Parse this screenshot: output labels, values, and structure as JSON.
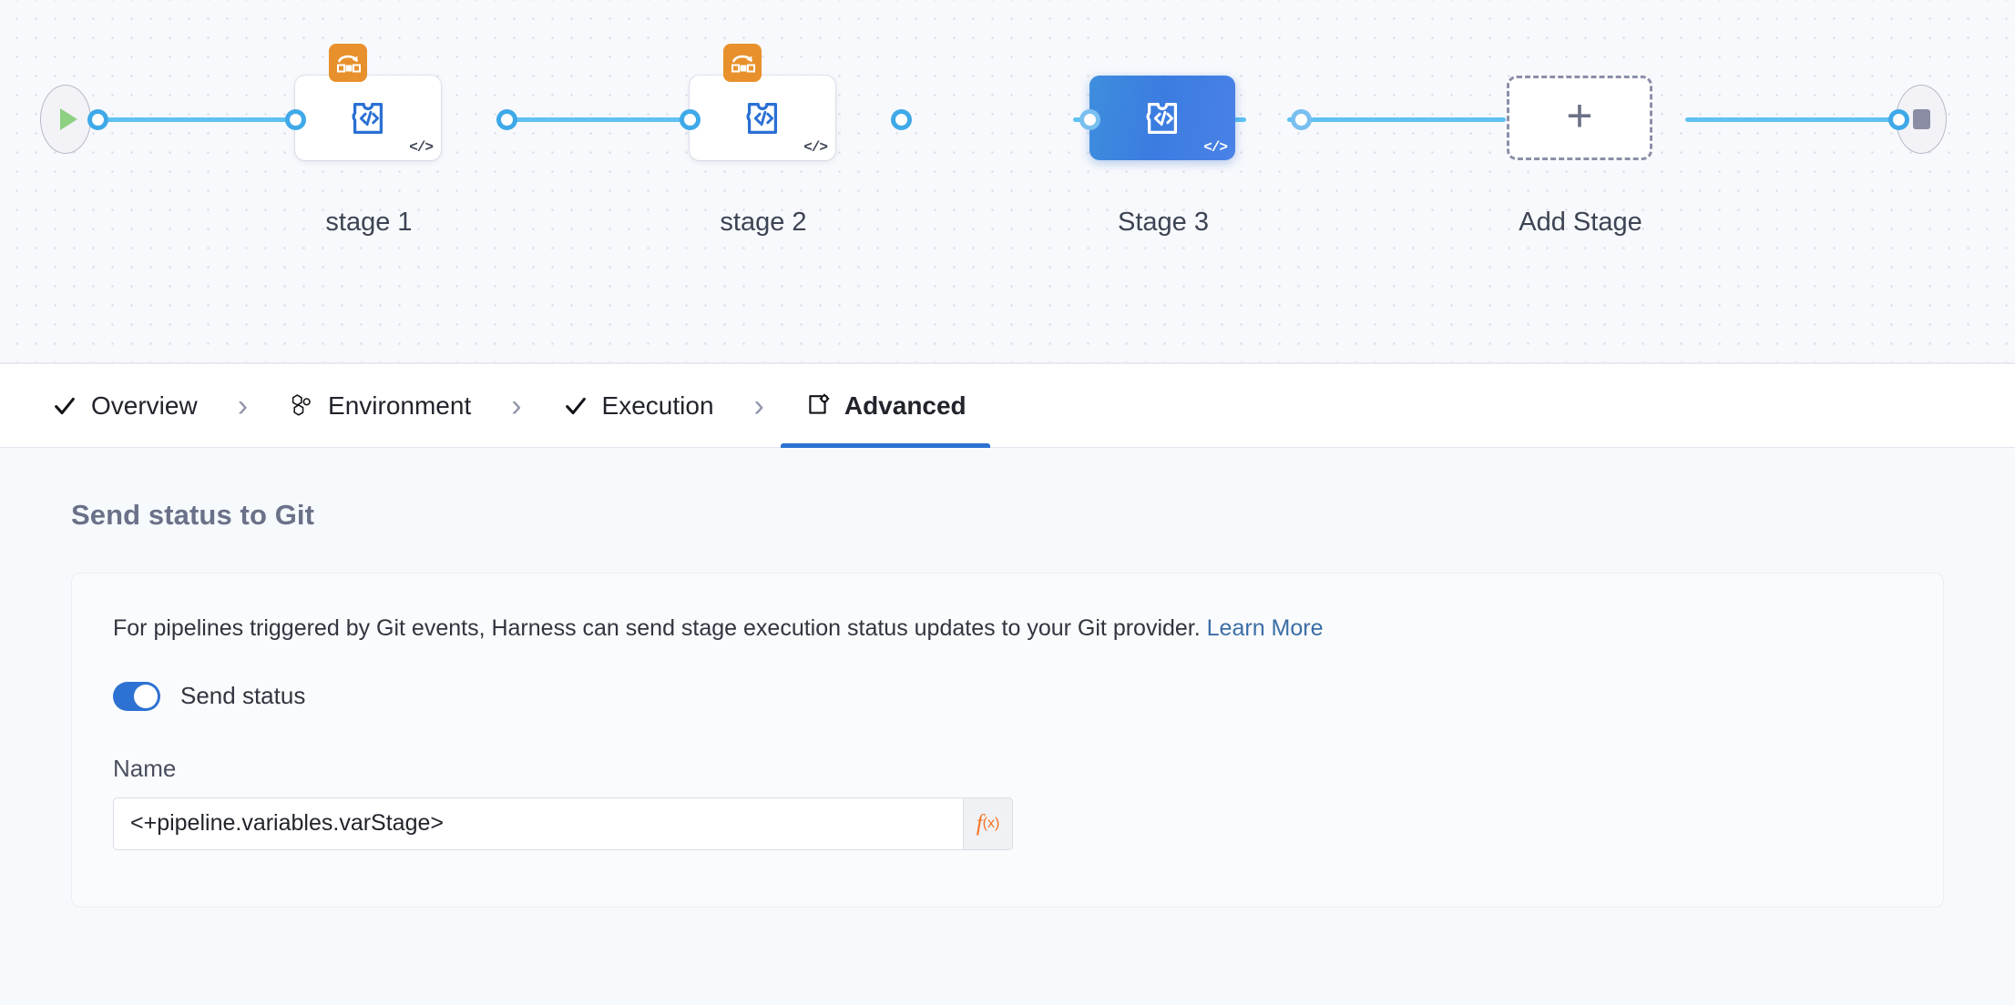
{
  "canvas": {
    "start_node": {
      "icon": "play-icon",
      "name": "pipeline-start"
    },
    "end_node": {
      "icon": "stop-icon",
      "name": "pipeline-end"
    },
    "stages": [
      {
        "label": "stage 1",
        "icon": "ci-stage-icon",
        "badge": "looping-strategy-icon",
        "selected": false,
        "has_badge": true
      },
      {
        "label": "stage 2",
        "icon": "ci-stage-icon",
        "badge": "looping-strategy-icon",
        "selected": false,
        "has_badge": true
      },
      {
        "label": "Stage 3",
        "icon": "ci-stage-icon",
        "badge": "",
        "selected": true,
        "has_badge": false
      }
    ],
    "add_stage": {
      "label": "Add Stage",
      "icon": "plus-icon"
    },
    "code_marker": "</>",
    "colors": {
      "connector": "#5ec1f2",
      "selected_stage": "#3b7ce0",
      "badge": "#e8912c"
    }
  },
  "tabs": [
    {
      "label": "Overview",
      "icon": "check-icon",
      "active": false
    },
    {
      "label": "Environment",
      "icon": "infrastructure-icon",
      "active": false
    },
    {
      "label": "Execution",
      "icon": "check-icon",
      "active": false
    },
    {
      "label": "Advanced",
      "icon": "advanced-gear-icon",
      "active": true
    }
  ],
  "tab_separator": "›",
  "main": {
    "section_title": "Send status to Git",
    "description_prefix": "For pipelines triggered by Git events, Harness can send stage execution status updates to your Git provider. ",
    "learn_more_label": "Learn More",
    "toggle": {
      "label": "Send status",
      "on": true
    },
    "name_field": {
      "label": "Name",
      "value": "<+pipeline.variables.varStage>",
      "placeholder": "",
      "expression_button": {
        "f": "f",
        "x": "(x)"
      }
    }
  },
  "colors": {
    "accent_blue": "#2d72d2",
    "link_blue": "#3a6ea5",
    "expression_orange": "#f4711f",
    "heading_gray": "#6a7188"
  }
}
